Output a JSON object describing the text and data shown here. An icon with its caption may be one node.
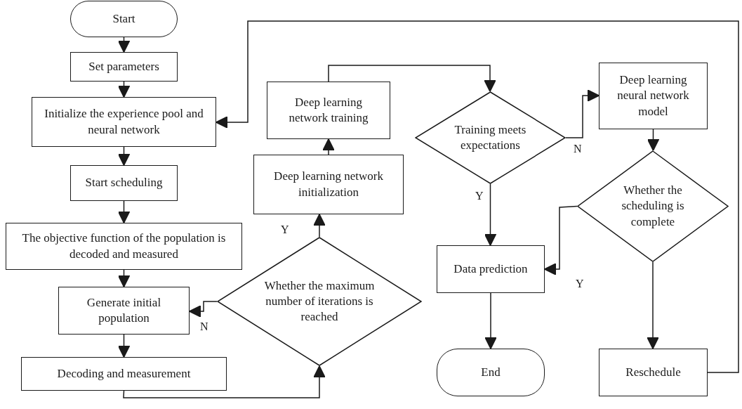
{
  "diagram": {
    "nodes": [
      {
        "text": [
          "Start"
        ]
      },
      {
        "text": [
          "Set parameters"
        ]
      },
      {
        "text": [
          "Initialize the experience pool and neural network"
        ]
      },
      {
        "text": [
          "Start scheduling"
        ]
      },
      {
        "text": [
          "The objective function of the population is decoded and measured"
        ]
      },
      {
        "text": [
          "Generate initial population"
        ]
      },
      {
        "text": [
          "Decoding and measurement"
        ]
      },
      {
        "text": [
          "Whether the maximum number of iterations is reached"
        ]
      },
      {
        "text": [
          "Deep learning network initialization"
        ]
      },
      {
        "text": [
          "Deep learning network training"
        ]
      },
      {
        "text": [
          "Training meets expectations"
        ]
      },
      {
        "text": [
          "Deep learning neural network model"
        ]
      },
      {
        "text": [
          "Whether the scheduling is complete"
        ]
      },
      {
        "text": [
          "Data prediction"
        ]
      },
      {
        "text": [
          "End"
        ]
      },
      {
        "text": [
          "Reschedule"
        ]
      }
    ],
    "edges": [
      {
        "from": 0,
        "to": 1,
        "arrow": "to"
      },
      {
        "from": 1,
        "to": 2,
        "arrow": "to"
      },
      {
        "from": 2,
        "to": 3,
        "arrow": "to"
      },
      {
        "from": 3,
        "to": 4,
        "arrow": "to"
      },
      {
        "from": 4,
        "to": 5,
        "arrow": "to"
      },
      {
        "from": 5,
        "to": 6,
        "arrow": "to"
      },
      {
        "from": 6,
        "to": 7,
        "arrow": "to"
      },
      {
        "from": 7,
        "to": 5,
        "arrow": "to",
        "label": "N"
      },
      {
        "from": 7,
        "to": 8,
        "arrow": "to",
        "label": "Y"
      },
      {
        "from": 8,
        "to": 9,
        "arrow": "to"
      },
      {
        "from": 9,
        "to": 10,
        "arrow": "to"
      },
      {
        "from": 10,
        "to": 11,
        "arrow": "to",
        "label": "N"
      },
      {
        "from": 10,
        "to": 13,
        "arrow": "to",
        "label": "Y"
      },
      {
        "from": 11,
        "to": 12,
        "arrow": "to"
      },
      {
        "from": 12,
        "to": 13,
        "arrow": "to",
        "label": "Y"
      },
      {
        "from": 13,
        "to": 14,
        "arrow": "to"
      },
      {
        "from": 12,
        "to": 15,
        "arrow": "to"
      },
      {
        "from": 15,
        "to": 2,
        "arrow": "to"
      }
    ]
  }
}
